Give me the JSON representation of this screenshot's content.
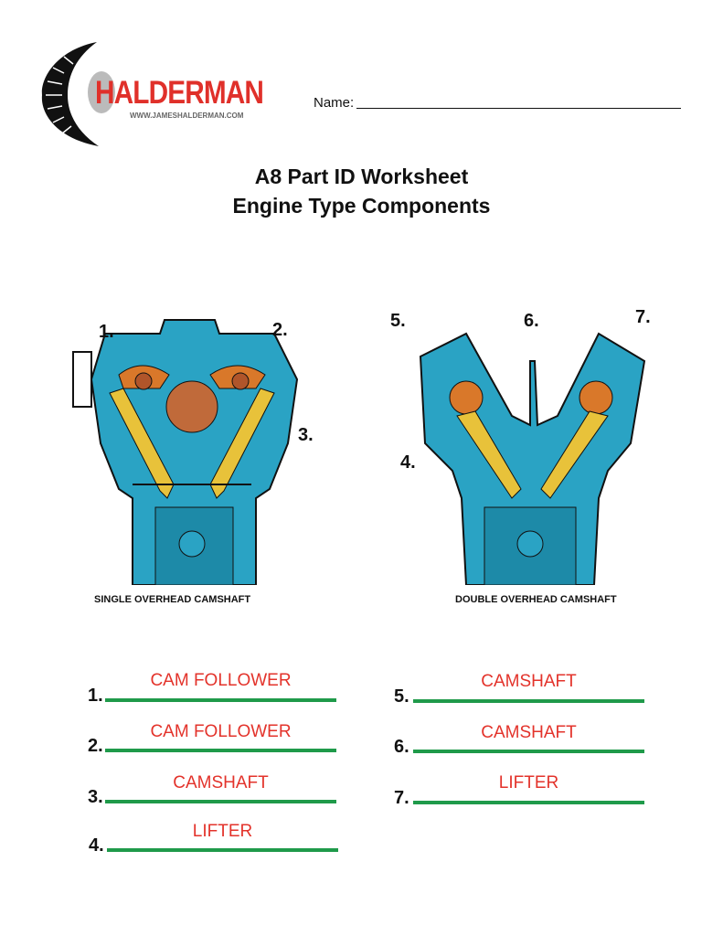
{
  "logo": {
    "brand": "HALDERMAN",
    "url": "WWW.JAMESHALDERMAN.COM"
  },
  "header": {
    "name_label": "Name:"
  },
  "title": {
    "line1": "A8 Part ID Worksheet",
    "line2": "Engine Type Components"
  },
  "diagrams": [
    {
      "caption": "SINGLE OVERHEAD CAMSHAFT",
      "callouts": [
        "1.",
        "2.",
        "3."
      ]
    },
    {
      "caption": "DOUBLE OVERHEAD CAMSHAFT",
      "callouts": [
        "4.",
        "5.",
        "6.",
        "7."
      ]
    }
  ],
  "answers": [
    {
      "num": "1.",
      "text": "CAM FOLLOWER"
    },
    {
      "num": "2.",
      "text": "CAM FOLLOWER"
    },
    {
      "num": "3.",
      "text": "CAMSHAFT"
    },
    {
      "num": "4.",
      "text": "LIFTER"
    },
    {
      "num": "5.",
      "text": "CAMSHAFT"
    },
    {
      "num": "6.",
      "text": "CAMSHAFT"
    },
    {
      "num": "7.",
      "text": "LIFTER"
    }
  ],
  "colors": {
    "brand_red": "#e0302a",
    "engine_blue": "#2aa3c4",
    "cam_orange": "#d9782a",
    "valve_yellow": "#e8c23a",
    "line_green": "#1f9a4a",
    "answer_red": "#e3332b"
  }
}
